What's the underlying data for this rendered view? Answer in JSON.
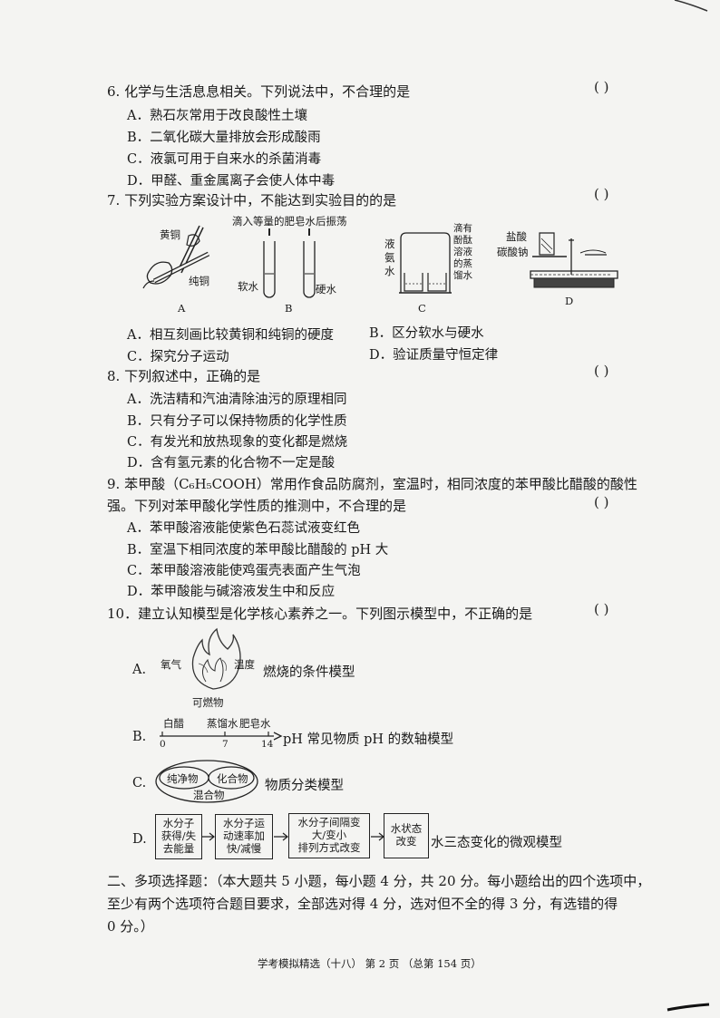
{
  "q6": {
    "stem": "6. 化学与生活息息相关。下列说法中，不合理的是",
    "paren": "(      )",
    "options": [
      "A．熟石灰常用于改良酸性土壤",
      "B．二氧化碳大量排放会形成酸雨",
      "C．液氯可用于自来水的杀菌消毒",
      "D．甲醛、重金属离子会使人体中毒"
    ]
  },
  "q7": {
    "stem": "7. 下列实验方案设计中，不能达到实验目的的是",
    "paren": "(      )",
    "figA": {
      "label_top": "黄铜",
      "label_bottom": "纯铜",
      "caption": "A"
    },
    "figB": {
      "title": "滴入等量的肥皂水后振荡",
      "left": "软水",
      "right": "硬水",
      "caption": "B"
    },
    "figC": {
      "left": [
        "液",
        "氨",
        "水"
      ],
      "right": [
        "滴有",
        "酚酞",
        "溶液",
        "的蒸",
        "馏水"
      ],
      "caption": "C"
    },
    "figD": {
      "label1": "盐酸",
      "label2": "碳酸钠",
      "caption": "D"
    },
    "options": [
      "A．相互刻画比较黄铜和纯铜的硬度",
      "B．区分软水与硬水",
      "C．探究分子运动",
      "D．验证质量守恒定律"
    ]
  },
  "q8": {
    "stem": "8. 下列叙述中，正确的是",
    "paren": "(      )",
    "options": [
      "A．洗洁精和汽油清除油污的原理相同",
      "B．只有分子可以保持物质的化学性质",
      "C．有发光和放热现象的变化都是燃烧",
      "D．含有氢元素的化合物不一定是酸"
    ]
  },
  "q9": {
    "stem_line1": "9. 苯甲酸（C₆H₅COOH）常用作食品防腐剂，室温时，相同浓度的苯甲酸比醋酸的酸性",
    "stem_line2": "强。下列对苯甲酸化学性质的推测中，不合理的是",
    "paren": "(      )",
    "options": [
      "A．苯甲酸溶液能使紫色石蕊试液变红色",
      "B．室温下相同浓度的苯甲酸比醋酸的 pH 大",
      "C．苯甲酸溶液能使鸡蛋壳表面产生气泡",
      "D．苯甲酸能与碱溶液发生中和反应"
    ]
  },
  "q10": {
    "stem": "10．建立认知模型是化学核心素养之一。下列图示模型中，不正确的是",
    "paren": "(      )",
    "A": {
      "letter": "A.",
      "oxygen": "氧气",
      "temp": "温度",
      "fuel": "可燃物",
      "desc": "燃烧的条件模型"
    },
    "B": {
      "letter": "B.",
      "l1": "白醋",
      "l2": "蒸馏水",
      "l3": "肥皂水",
      "t0": "0",
      "t7": "7",
      "t14": "14",
      "desc": "pH 常见物质 pH 的数轴模型"
    },
    "C": {
      "letter": "C.",
      "inner1": "纯净物",
      "inner2": "化合物",
      "outer": "混合物",
      "desc": "物质分类模型"
    },
    "D": {
      "letter": "D.",
      "boxes": [
        [
          "水分子",
          "获得/失",
          "去能量"
        ],
        [
          "水分子运",
          "动速率加",
          "快/减慢"
        ],
        [
          "水分子间隔变",
          "大/变小",
          "排列方式改变"
        ],
        [
          "水状态",
          "改变"
        ]
      ],
      "desc": "水三态变化的微观模型"
    }
  },
  "section2": {
    "line1": "二、多项选择题：（本大题共 5 小题，每小题 4 分，共 20 分。每小题给出的四个选项中，",
    "line2": "至少有两个选项符合题目要求，全部选对得 4 分，选对但不全的得 3 分，有选错的得",
    "line3": "0 分。）"
  },
  "footer": "学考模拟精选（十八）  第 2 页  （总第 154 页）"
}
